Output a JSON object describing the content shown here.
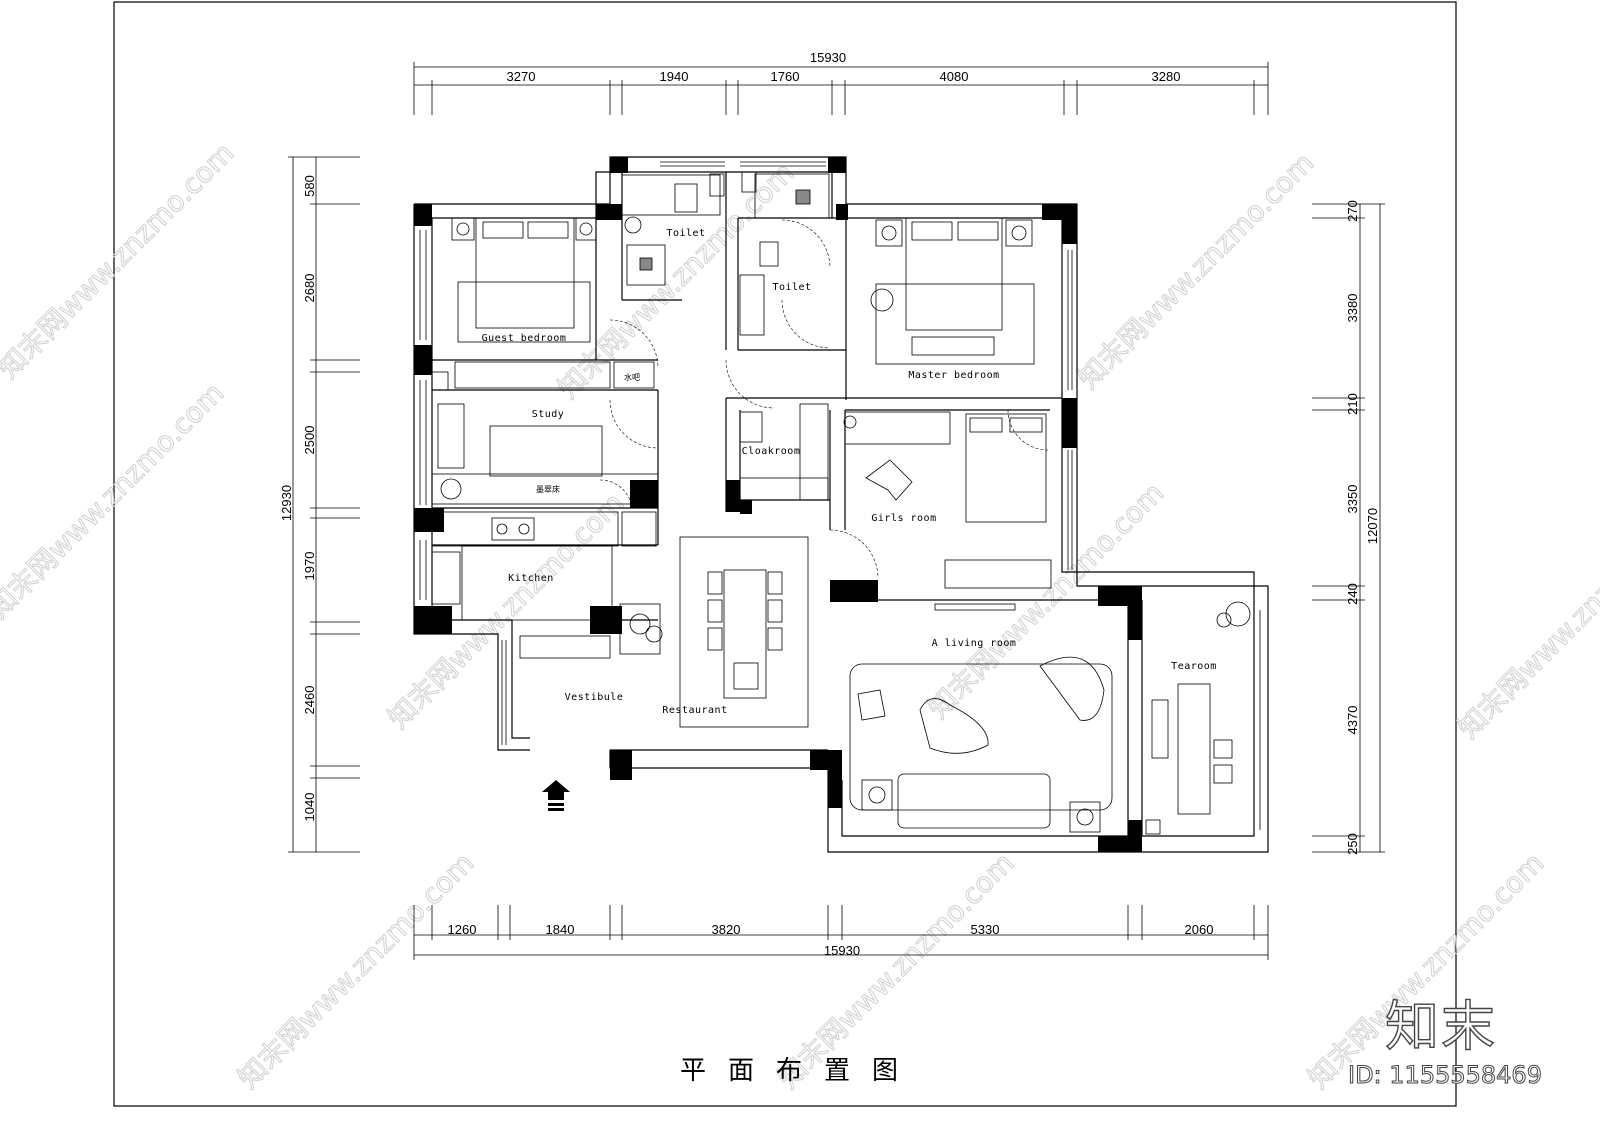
{
  "drawing": {
    "title": "平面布置图",
    "brand": "知末",
    "brand_id": "ID: 1155558469",
    "watermark": "知末网www.znzmo.com"
  },
  "dimensions": {
    "top_total": "15930",
    "top_segments": [
      "3270",
      "1940",
      "1760",
      "4080",
      "3280"
    ],
    "bottom_total": "15930",
    "bottom_segments": [
      "1260",
      "1840",
      "3820",
      "5330",
      "2060"
    ],
    "left_total": "12930",
    "left_segments": [
      "580",
      "2680",
      "2500",
      "1970",
      "2460",
      "1040"
    ],
    "right_total": "12070",
    "right_segments": [
      "270",
      "3380",
      "210",
      "3350",
      "240",
      "4370",
      "250"
    ]
  },
  "rooms": {
    "toilet_1": "Toilet",
    "toilet_2": "Toilet",
    "guest_bedroom": "Guest bedroom",
    "master_bedroom": "Master bedroom",
    "study": "Study",
    "water_bar": "水吧",
    "ink_bed": "墨翠床",
    "cloakroom": "Cloakroom",
    "girls_room": "Girls room",
    "kitchen": "Kitchen",
    "living_room": "A living room",
    "tearoom": "Tearoom",
    "vestibule": "Vestibule",
    "restaurant": "Restaurant"
  }
}
